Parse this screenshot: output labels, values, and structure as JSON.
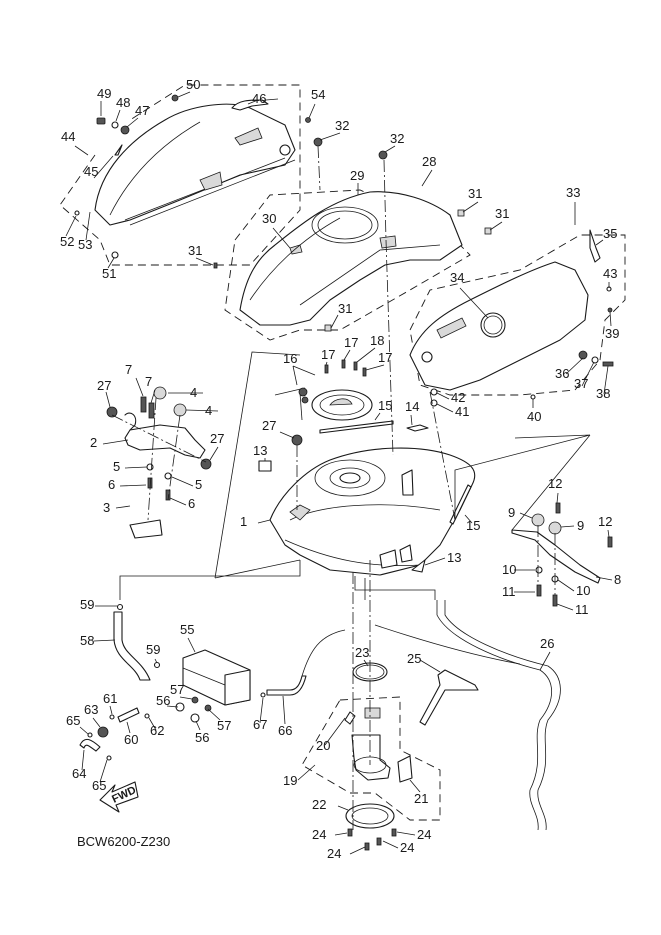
{
  "diagram": {
    "title": "Fuel tank exploded view",
    "drawing_code": "BCW6200-Z230",
    "direction_label": "FWD",
    "callouts": [
      {
        "id": "c1",
        "number": "1"
      },
      {
        "id": "c2",
        "number": "2"
      },
      {
        "id": "c3",
        "number": "3"
      },
      {
        "id": "c4a",
        "number": "4"
      },
      {
        "id": "c4b",
        "number": "4"
      },
      {
        "id": "c5a",
        "number": "5"
      },
      {
        "id": "c5b",
        "number": "5"
      },
      {
        "id": "c6a",
        "number": "6"
      },
      {
        "id": "c6b",
        "number": "6"
      },
      {
        "id": "c7a",
        "number": "7"
      },
      {
        "id": "c7b",
        "number": "7"
      },
      {
        "id": "c8",
        "number": "8"
      },
      {
        "id": "c9a",
        "number": "9"
      },
      {
        "id": "c9b",
        "number": "9"
      },
      {
        "id": "c10a",
        "number": "10"
      },
      {
        "id": "c10b",
        "number": "10"
      },
      {
        "id": "c11a",
        "number": "11"
      },
      {
        "id": "c11b",
        "number": "11"
      },
      {
        "id": "c12a",
        "number": "12"
      },
      {
        "id": "c12b",
        "number": "12"
      },
      {
        "id": "c13a",
        "number": "13"
      },
      {
        "id": "c13b",
        "number": "13"
      },
      {
        "id": "c14",
        "number": "14"
      },
      {
        "id": "c15a",
        "number": "15"
      },
      {
        "id": "c15b",
        "number": "15"
      },
      {
        "id": "c16",
        "number": "16"
      },
      {
        "id": "c17a",
        "number": "17"
      },
      {
        "id": "c17b",
        "number": "17"
      },
      {
        "id": "c17c",
        "number": "17"
      },
      {
        "id": "c18",
        "number": "18"
      },
      {
        "id": "c19",
        "number": "19"
      },
      {
        "id": "c20",
        "number": "20"
      },
      {
        "id": "c21",
        "number": "21"
      },
      {
        "id": "c22",
        "number": "22"
      },
      {
        "id": "c23",
        "number": "23"
      },
      {
        "id": "c24a",
        "number": "24"
      },
      {
        "id": "c24b",
        "number": "24"
      },
      {
        "id": "c24c",
        "number": "24"
      },
      {
        "id": "c24d",
        "number": "24"
      },
      {
        "id": "c25",
        "number": "25"
      },
      {
        "id": "c26",
        "number": "26"
      },
      {
        "id": "c27a",
        "number": "27"
      },
      {
        "id": "c27b",
        "number": "27"
      },
      {
        "id": "c27c",
        "number": "27"
      },
      {
        "id": "c28",
        "number": "28"
      },
      {
        "id": "c29",
        "number": "29"
      },
      {
        "id": "c30",
        "number": "30"
      },
      {
        "id": "c31a",
        "number": "31"
      },
      {
        "id": "c31b",
        "number": "31"
      },
      {
        "id": "c31c",
        "number": "31"
      },
      {
        "id": "c31d",
        "number": "31"
      },
      {
        "id": "c32a",
        "number": "32"
      },
      {
        "id": "c32b",
        "number": "32"
      },
      {
        "id": "c33",
        "number": "33"
      },
      {
        "id": "c34",
        "number": "34"
      },
      {
        "id": "c35",
        "number": "35"
      },
      {
        "id": "c36",
        "number": "36"
      },
      {
        "id": "c37",
        "number": "37"
      },
      {
        "id": "c38",
        "number": "38"
      },
      {
        "id": "c39",
        "number": "39"
      },
      {
        "id": "c40",
        "number": "40"
      },
      {
        "id": "c41",
        "number": "41"
      },
      {
        "id": "c42",
        "number": "42"
      },
      {
        "id": "c43",
        "number": "43"
      },
      {
        "id": "c44",
        "number": "44"
      },
      {
        "id": "c45",
        "number": "45"
      },
      {
        "id": "c46",
        "number": "46"
      },
      {
        "id": "c47",
        "number": "47"
      },
      {
        "id": "c48",
        "number": "48"
      },
      {
        "id": "c49",
        "number": "49"
      },
      {
        "id": "c50",
        "number": "50"
      },
      {
        "id": "c51",
        "number": "51"
      },
      {
        "id": "c52",
        "number": "52"
      },
      {
        "id": "c53",
        "number": "53"
      },
      {
        "id": "c54",
        "number": "54"
      },
      {
        "id": "c55",
        "number": "55"
      },
      {
        "id": "c56a",
        "number": "56"
      },
      {
        "id": "c56b",
        "number": "56"
      },
      {
        "id": "c57a",
        "number": "57"
      },
      {
        "id": "c57b",
        "number": "57"
      },
      {
        "id": "c58",
        "number": "58"
      },
      {
        "id": "c59a",
        "number": "59"
      },
      {
        "id": "c59b",
        "number": "59"
      },
      {
        "id": "c60",
        "number": "60"
      },
      {
        "id": "c61",
        "number": "61"
      },
      {
        "id": "c62",
        "number": "62"
      },
      {
        "id": "c63",
        "number": "63"
      },
      {
        "id": "c64",
        "number": "64"
      },
      {
        "id": "c65a",
        "number": "65"
      },
      {
        "id": "c65b",
        "number": "65"
      },
      {
        "id": "c66",
        "number": "66"
      },
      {
        "id": "c67",
        "number": "67"
      }
    ]
  }
}
